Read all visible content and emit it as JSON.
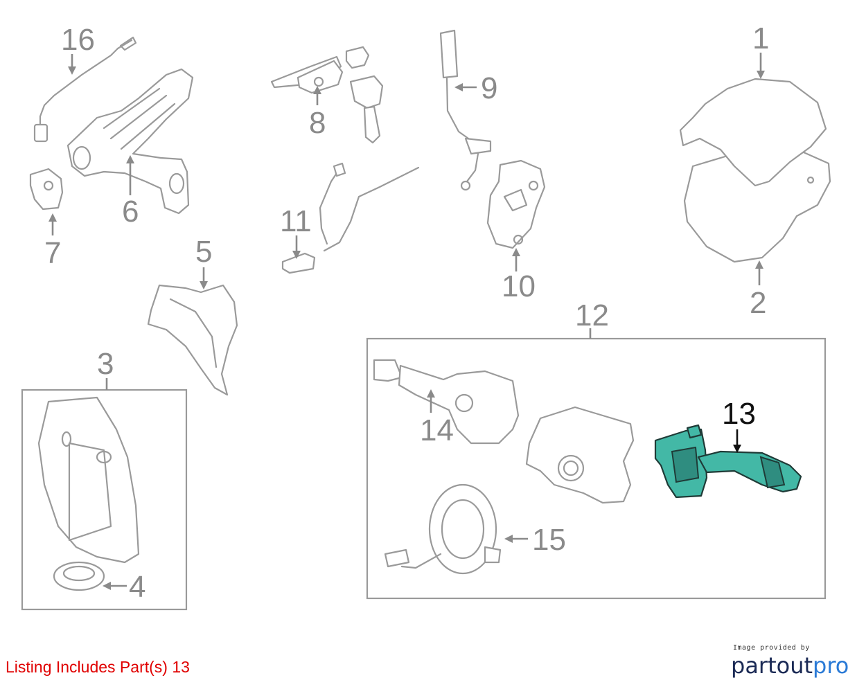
{
  "callouts": {
    "c1": "1",
    "c2": "2",
    "c3": "3",
    "c4": "4",
    "c5": "5",
    "c6": "6",
    "c7": "7",
    "c8": "8",
    "c9": "9",
    "c10": "10",
    "c11": "11",
    "c12": "12",
    "c13": "13",
    "c14": "14",
    "c15": "15",
    "c16": "16"
  },
  "highlighted_part": "13",
  "colors": {
    "highlight": "#43b8a6",
    "line_art": "#9a9a9a",
    "listing_text": "#e00000"
  },
  "footer": {
    "listing": "Listing Includes Part(s) 13",
    "credit_small": "Image provided by",
    "credit_logo_a": "partout",
    "credit_logo_b": "pro"
  }
}
